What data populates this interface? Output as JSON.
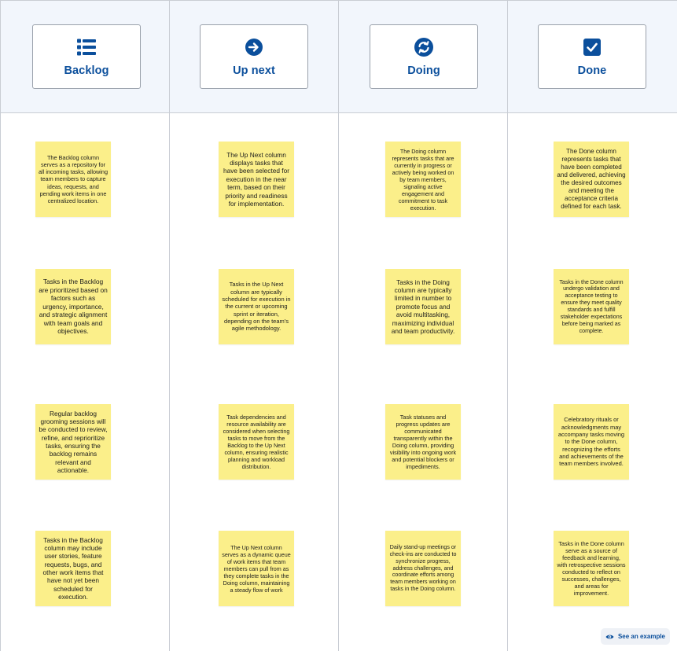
{
  "columns": [
    {
      "title": "Backlog",
      "icon": "list-icon",
      "notes": [
        "The Backlog column serves as a repository for all incoming tasks, allowing team members to capture ideas, requests, and pending work items in one centralized location.",
        "Tasks in the Backlog are prioritized based on factors such as urgency, importance, and strategic alignment with team goals and objectives.",
        "Regular backlog grooming sessions will be conducted to review, refine, and reprioritize tasks, ensuring the backlog remains relevant and actionable.",
        "Tasks in the Backlog column may include user stories, feature requests, bugs, and other work items that have not yet been scheduled for execution."
      ]
    },
    {
      "title": "Up next",
      "icon": "arrow-right-circle-icon",
      "notes": [
        "The Up Next column displays tasks that have been selected for execution in the near term, based on their priority and readiness for implementation.",
        "Tasks in the Up Next column are typically scheduled for execution in the current or upcoming sprint or iteration, depending on the team's agile methodology.",
        "Task dependencies and resource availability are considered when selecting tasks to move from the Backlog to the Up Next column, ensuring realistic planning and workload distribution.",
        "The Up Next column serves as a dynamic queue of work items that team members can pull from as they complete tasks in the Doing column, maintaining a steady flow of work"
      ]
    },
    {
      "title": "Doing",
      "icon": "refresh-circle-icon",
      "notes": [
        "The Doing column represents tasks that are currently in progress or actively being worked on by team members, signaling active engagement and commitment to task execution.",
        "Tasks in the Doing column are typically limited in number to promote focus and avoid multitasking, maximizing individual and team productivity.",
        "Task statuses and progress updates are communicated transparently within the Doing column, providing visibility into ongoing work and potential blockers or impediments.",
        "Daily stand-up meetings or check-ins are conducted to synchronize progress, address challenges, and coordinate efforts among team members working on tasks in the Doing column."
      ]
    },
    {
      "title": "Done",
      "icon": "checkbox-icon",
      "notes": [
        "The Done column represents tasks that have been completed and delivered, achieving the desired outcomes and meeting the acceptance criteria defined for each task.",
        "Tasks in the Done column undergo validation and acceptance testing to ensure they meet quality standards and fulfill stakeholder expectations before being marked as complete.",
        "Celebratory rituals or acknowledgments may accompany tasks moving to the Done column, recognizing the efforts and achievements of the team members involved.",
        "Tasks in the Done column serve as a source of feedback and learning, with retrospective sessions conducted to reflect on successes, challenges, and areas for improvement."
      ]
    }
  ],
  "see_example": {
    "label": "See an example",
    "icon": "eye-icon"
  },
  "colors": {
    "header_bg": "#f2f6fc",
    "accent": "#0b4f9c",
    "sticky_note": "#fbef8a",
    "divider": "#c9cdd4"
  }
}
